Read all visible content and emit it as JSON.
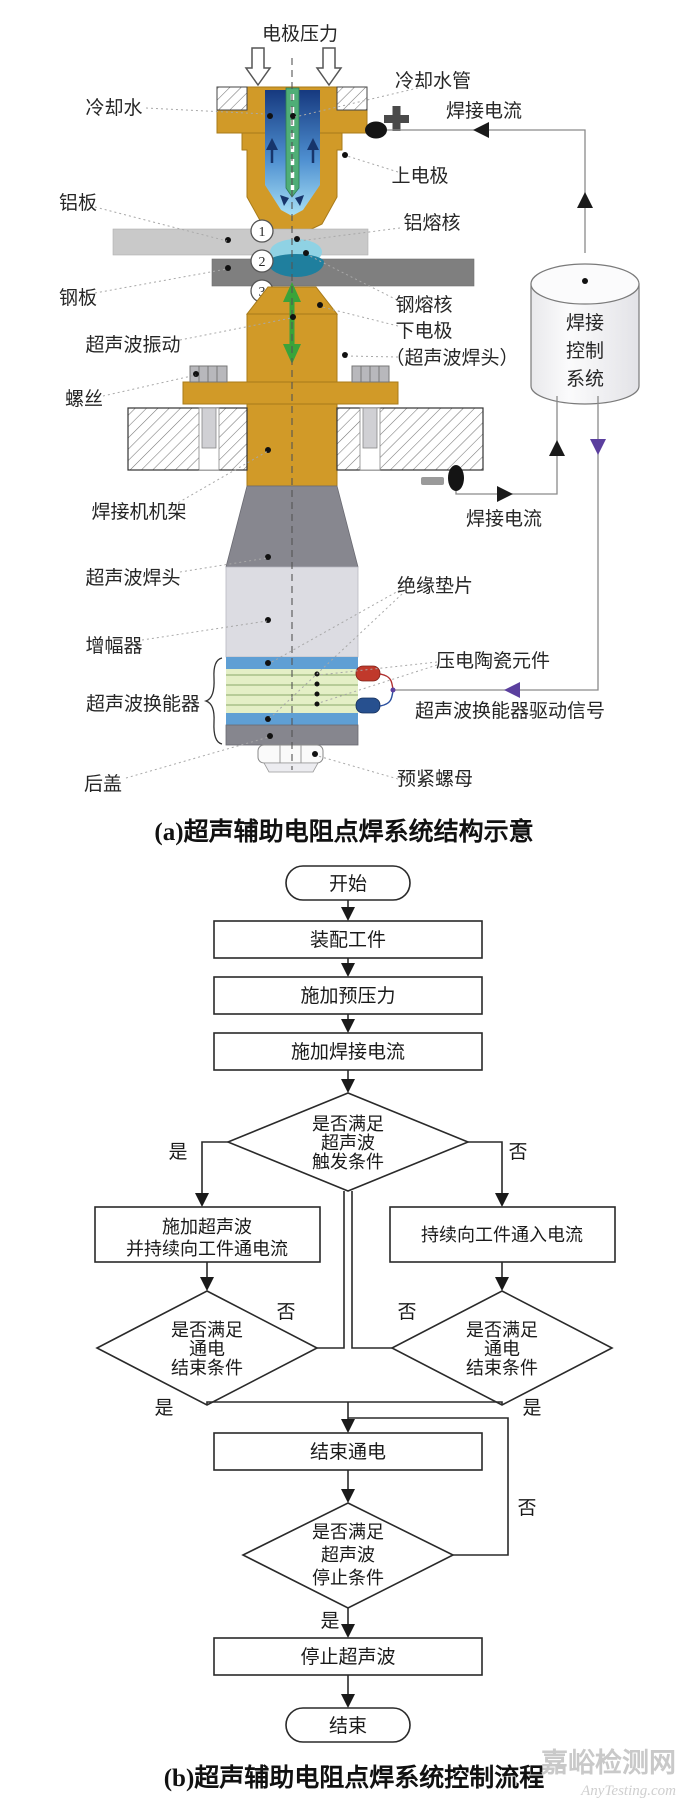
{
  "diagram": {
    "electrode_pressure": "电极压力",
    "cooling_water": "冷却水",
    "cooling_pipe": "冷却水管",
    "weld_current_top": "焊接电流",
    "upper_electrode": "上电极",
    "al_plate": "铝板",
    "al_nugget": "铝熔核",
    "steel_plate": "钢板",
    "steel_nugget": "钢熔核",
    "lower_electrode": "下电极",
    "ultrasonic_vibration": "超声波振动",
    "ultrasonic_horn_paren": "（超声波焊头）",
    "screw": "螺丝",
    "welder_frame": "焊接机机架",
    "weld_current_mid": "焊接电流",
    "ultrasonic_horn": "超声波焊头",
    "insulation_gasket": "绝缘垫片",
    "booster": "增幅器",
    "piezo_element": "压电陶瓷元件",
    "transducer": "超声波换能器",
    "transducer_signal": "超声波换能器驱动信号",
    "back_cover": "后盖",
    "pretension_nut": "预紧螺母",
    "control_system": {
      "lines": [
        "焊接",
        "控制",
        "系统"
      ]
    },
    "circle_markers": [
      "1",
      "2",
      "3"
    ],
    "caption_a": "(a)超声辅助电阻点焊系统结构示意"
  },
  "flowchart": {
    "start": "开始",
    "step1": "装配工件",
    "step2": "施加预压力",
    "step3": "施加焊接电流",
    "decision_trigger": {
      "lines": [
        "是否满足",
        "超声波",
        "触发条件"
      ]
    },
    "yes": "是",
    "no": "否",
    "box_left": {
      "lines": [
        "施加超声波",
        "并持续向工件通电流"
      ]
    },
    "box_right": "持续向工件通入电流",
    "decision_end": {
      "lines": [
        "是否满足",
        "通电",
        "结束条件"
      ]
    },
    "end_current": "结束通电",
    "decision_stop": {
      "lines": [
        "是否满足",
        "超声波",
        "停止条件"
      ]
    },
    "stop_ultrasonic": "停止超声波",
    "end": "结束",
    "caption_b": "(b)超声辅助电阻点焊系统控制流程"
  },
  "watermark": {
    "name": "嘉峪检测网",
    "site": "AnyTesting.com"
  },
  "colors": {
    "electrode_gold": "#d19a28",
    "aluminum_plate": "#c9c9c9",
    "steel_plate": "#7f7f7f",
    "water_top": "#16397f",
    "water_bottom": "#a8e0f5",
    "cooling_tube_green": "#4fae77",
    "horn_gray": "#87878f",
    "booster_silver": "#dcdce2",
    "gasket_blue": "#5f9fd4",
    "piezo_stack_green": "#e4efc6",
    "terminal_red": "#c0392b",
    "terminal_blue": "#27508f",
    "signal_purple": "#5b3f9e",
    "vibration_green": "#3aa33a",
    "watermark_gray": "#c9c9c9"
  }
}
